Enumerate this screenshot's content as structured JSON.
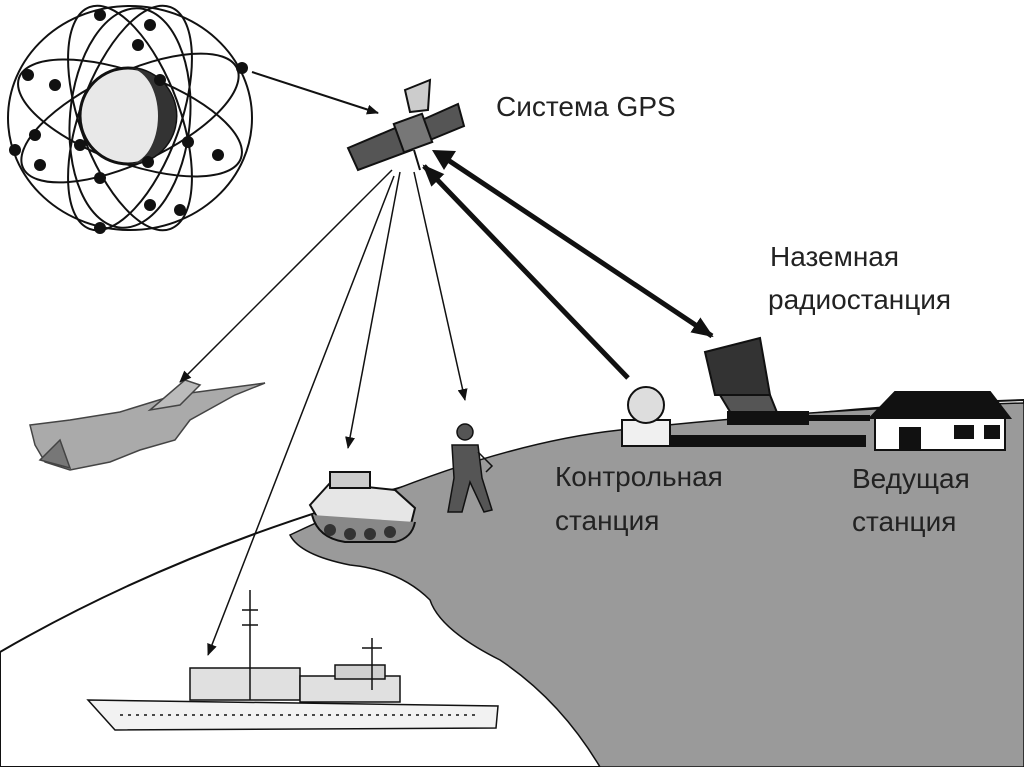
{
  "labels": {
    "gps_system": "Система GPS",
    "ground_radio_line1": "Наземная",
    "ground_radio_line2": "радиостанция",
    "control_line1": "Контрольная",
    "control_line2": "станция",
    "master_line1": "Ведущая",
    "master_line2": "станция"
  },
  "colors": {
    "land": "#9a9a9a",
    "ink": "#111111",
    "earth": "#ffffff"
  },
  "icons": [
    "satellite-constellation-icon",
    "gps-satellite-icon",
    "fighter-jet-icon",
    "armored-vehicle-icon",
    "soldier-icon",
    "ship-icon",
    "control-station-dome-icon",
    "radio-dish-antenna-icon",
    "master-station-building-icon"
  ]
}
